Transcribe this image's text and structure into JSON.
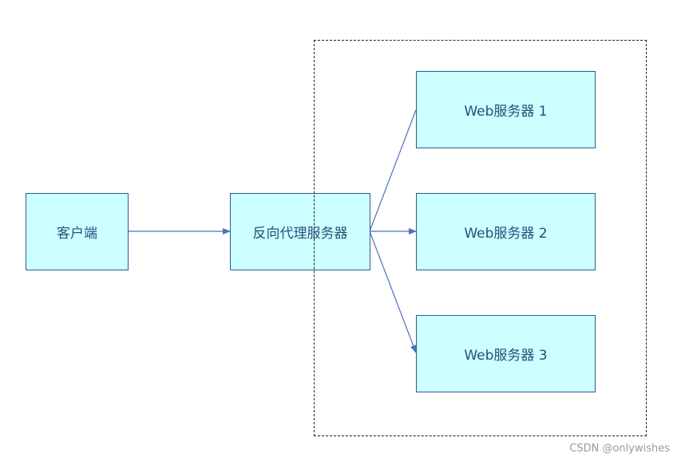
{
  "diagram": {
    "nodes": {
      "client": "客户端",
      "proxy": "反向代理服务器",
      "web1": "Web服务器 1",
      "web2": "Web服务器 2",
      "web3": "Web服务器 3"
    },
    "edges": [
      {
        "from": "client",
        "to": "proxy"
      },
      {
        "from": "proxy",
        "to": "web1"
      },
      {
        "from": "proxy",
        "to": "web2"
      },
      {
        "from": "proxy",
        "to": "web3"
      }
    ],
    "group": {
      "members": [
        "web1",
        "web2",
        "web3"
      ],
      "border_style": "dashed"
    },
    "colors": {
      "node_fill": "#ccffff",
      "node_border": "#2e5c8a",
      "edge": "#4a72c0",
      "text": "#2a4d7a",
      "group_border": "#222222"
    }
  },
  "watermark": "CSDN @onlywishes"
}
